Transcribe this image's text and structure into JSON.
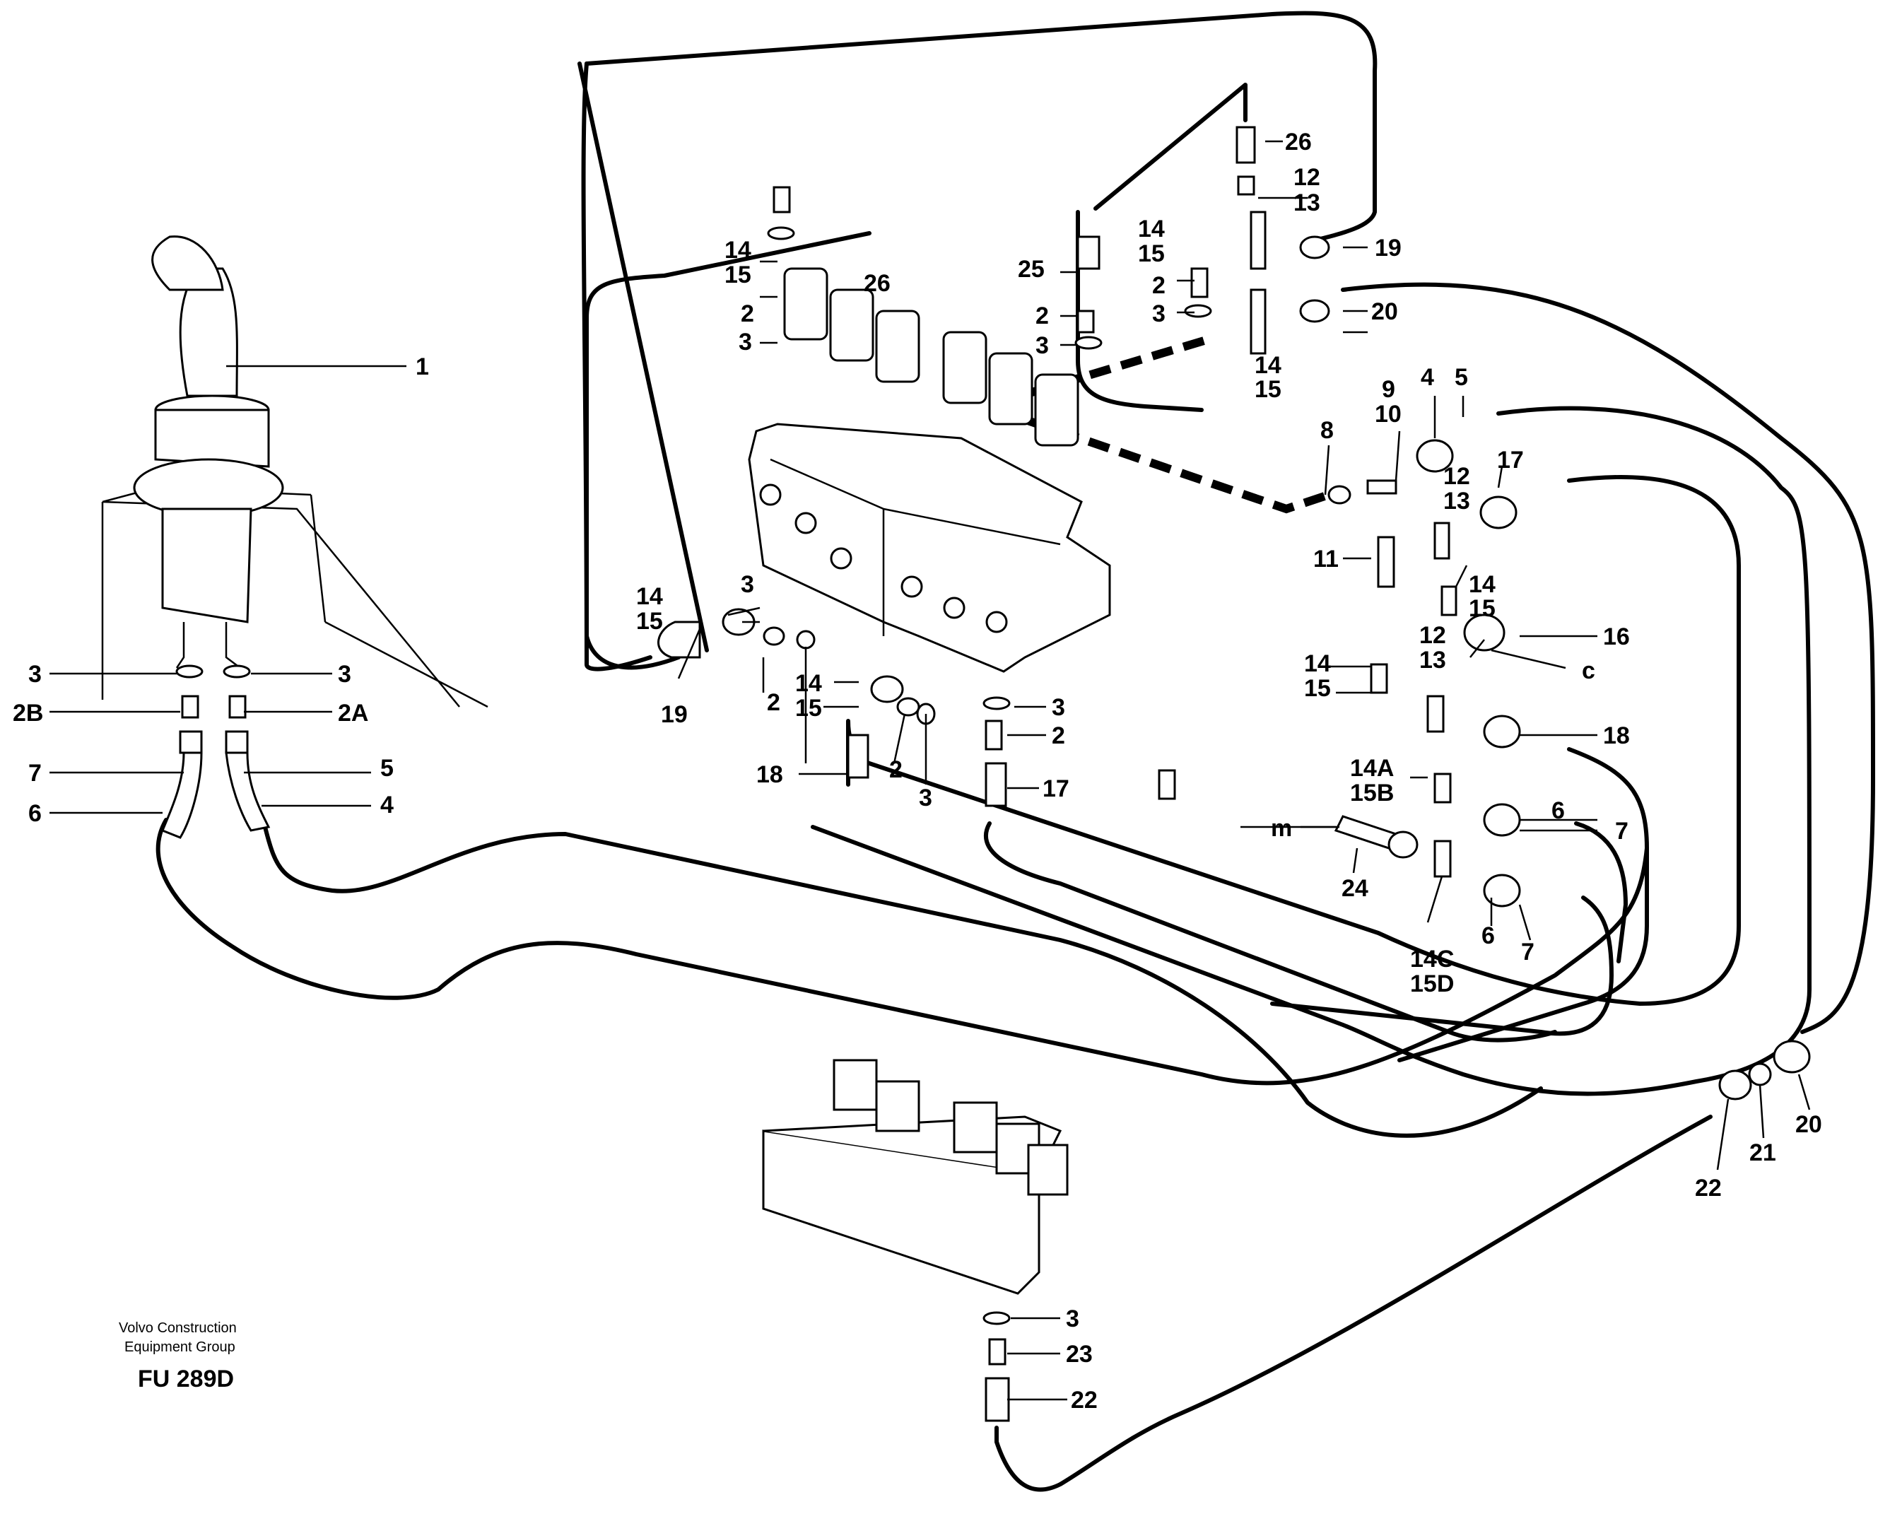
{
  "labels": {
    "l1": "1",
    "l2a": "2A",
    "l2b": "2B",
    "l2_a": "2",
    "l2_b": "2",
    "l2_c": "2",
    "l2_d": "2",
    "l2_e": "2",
    "l2_f": "2",
    "l3_a": "3",
    "l3_b": "3",
    "l3_c": "3",
    "l3_d": "3",
    "l3_e": "3",
    "l3_f": "3",
    "l3_g": "3",
    "l3_h": "3",
    "l3_i": "3",
    "l4_a": "4",
    "l4_b": "4",
    "l5_a": "5",
    "l5_b": "5",
    "l6_a": "6",
    "l6_b": "6",
    "l6_c": "6",
    "l7_a": "7",
    "l7_b": "7",
    "l7_c": "7",
    "l8": "8",
    "l9": "9",
    "l10": "10",
    "l11": "11",
    "l12_a": "12",
    "l13_a": "13",
    "l12_b": "12",
    "l13_b": "13",
    "l12_c": "12",
    "l13_c": "13",
    "l14_a": "14",
    "l15_a": "15",
    "l14_b": "14",
    "l15_b": "15",
    "l14_c": "14",
    "l15_c": "15",
    "l14_d": "14",
    "l15_d": "15",
    "l14_e": "14",
    "l15_e": "15",
    "l14_f": "14",
    "l15_f": "15",
    "l14_g": "14",
    "l15_g": "15",
    "l14a": "14A",
    "l15b": "15B",
    "l14c": "14C",
    "l15d": "15D",
    "l16": "16",
    "l17_a": "17",
    "l17_b": "17",
    "l18_a": "18",
    "l18_b": "18",
    "l19_a": "19",
    "l19_b": "19",
    "l20_a": "20",
    "l20_b": "20",
    "l21": "21",
    "l22_a": "22",
    "l22_b": "22",
    "l23": "23",
    "l24": "24",
    "l25": "25",
    "l26_a": "26",
    "l26_b": "26",
    "lc": "c",
    "lm": "m"
  },
  "credit": {
    "line1": "Volvo Construction",
    "line2": "Equipment Group",
    "code": "FU 289D"
  }
}
